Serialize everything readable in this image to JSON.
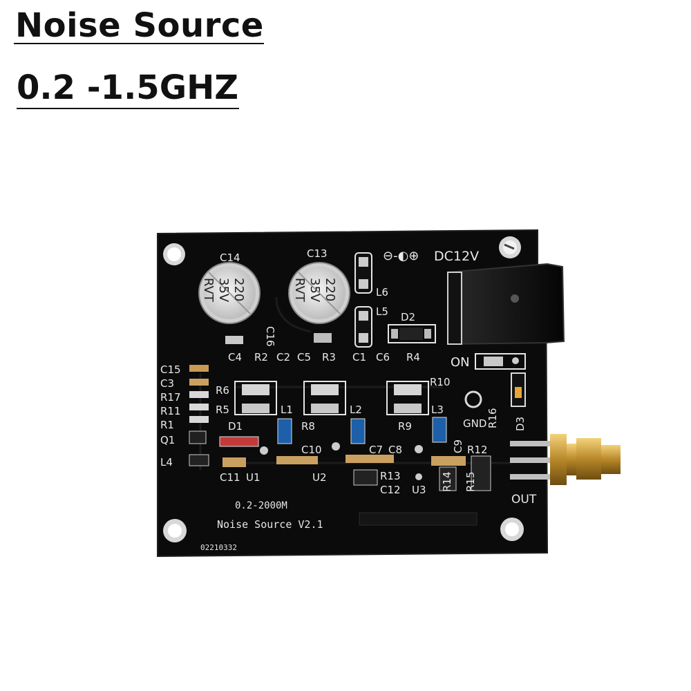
{
  "heading": {
    "title": "Noise Source",
    "frequency_range": "0.2 -1.5GHZ"
  },
  "board": {
    "power_label": "DC12V",
    "power_symbol": "⊖-◐⊕",
    "on_label": "ON",
    "gnd_label": "GND",
    "out_label": "OUT",
    "freq_label": "0.2-2000M",
    "model_label": "Noise Source V2.1",
    "serial_number": "02210332",
    "capacitor_left": {
      "designator": "C14",
      "value": "220",
      "voltage": "35V",
      "brand": "RVT"
    },
    "capacitor_right": {
      "designator": "C13",
      "value": "220",
      "voltage": "35V",
      "brand": "RVT"
    },
    "designators": {
      "c16": "C16",
      "l6": "L6",
      "l5": "L5",
      "d2": "D2",
      "c4": "C4",
      "r2": "R2",
      "c2": "C2",
      "c5": "C5",
      "r3": "R3",
      "c1": "C1",
      "c6": "C6",
      "r4": "R4",
      "c15": "C15",
      "c3": "C3",
      "r17": "R17",
      "r11": "R11",
      "r1": "R1",
      "q1": "Q1",
      "l4": "L4",
      "r6": "R6",
      "r5": "R5",
      "d1": "D1",
      "l1": "L1",
      "r8": "R8",
      "l2": "L2",
      "r10": "R10",
      "r9": "R9",
      "l3": "L3",
      "c9": "C9",
      "r12": "R12",
      "c10": "C10",
      "c7": "C7",
      "c8": "C8",
      "c11": "C11",
      "u1": "U1",
      "u2": "U2",
      "r13": "R13",
      "c12": "C12",
      "u3": "U3",
      "r14": "R14",
      "r15": "R15",
      "r16": "R16",
      "d3": "D3"
    }
  }
}
